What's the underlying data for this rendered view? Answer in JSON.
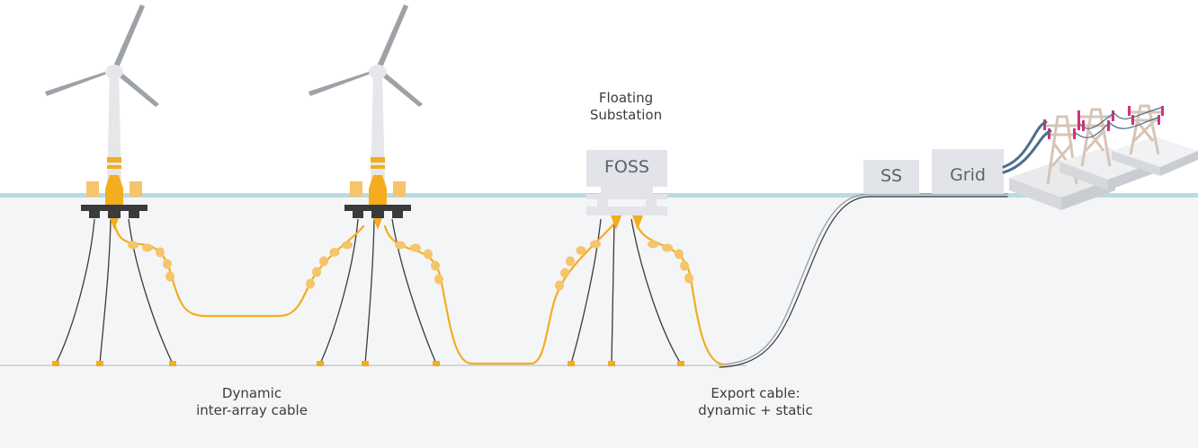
{
  "colors": {
    "sea": "#f4f5f7",
    "sea_surface": "#b9dbe1",
    "cable": "#f3ad1f",
    "buoy": "#f6c46a",
    "mooring": "#3b3b3b",
    "platform": "#3a3a3a",
    "tower": "#e6e7ea",
    "blade": "#9da2a8",
    "box": "#e2e4e9",
    "pylon": "#d8c4b6",
    "insulator": "#d4327d",
    "grid_wire": "#4c6d8d"
  },
  "labels": {
    "floating_substation_line1": "Floating",
    "floating_substation_line2": "Substation",
    "foss": "FOSS",
    "ss": "SS",
    "grid": "Grid",
    "inter_array_line1": "Dynamic",
    "inter_array_line2": "inter-array cable",
    "export_line1": "Export cable:",
    "export_line2": "dynamic + static"
  },
  "icons": {
    "turbine": "floating-wind-turbine-icon",
    "substation": "floating-substation-icon",
    "pylon": "transmission-pylon-icon"
  }
}
